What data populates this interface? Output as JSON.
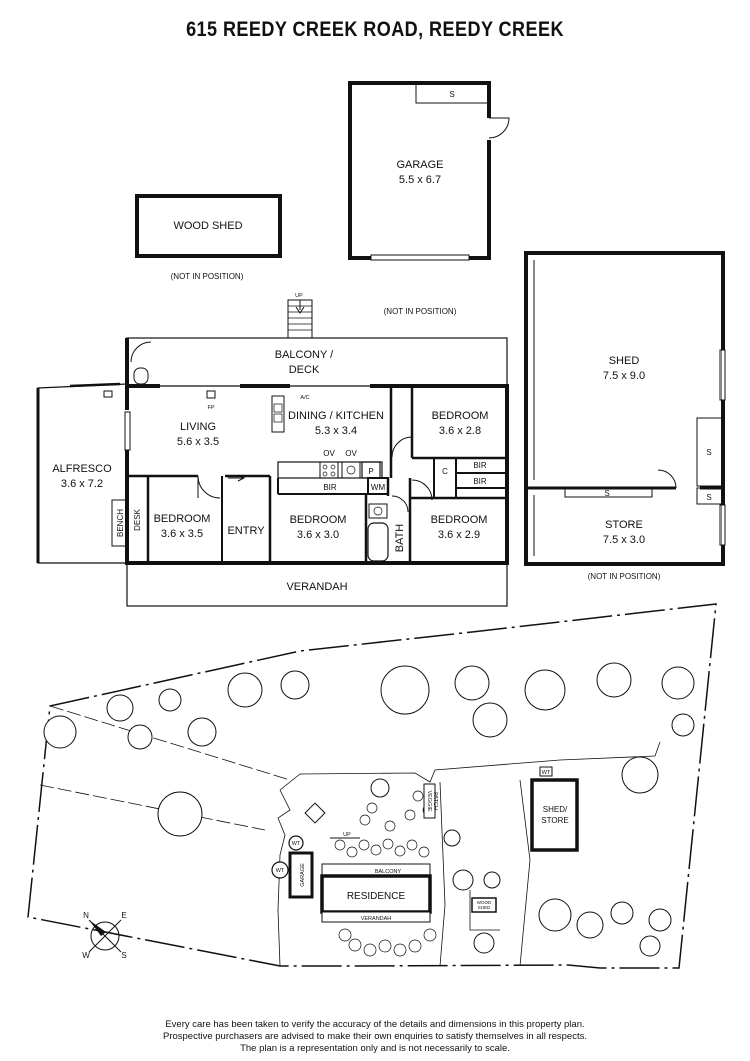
{
  "title": "615 REEDY CREEK ROAD, REEDY CREEK",
  "outbuildings": {
    "garage": {
      "name": "GARAGE",
      "size": "5.5 x 6.7",
      "note": "(NOT IN POSITION)",
      "store_mark": "S"
    },
    "wood_shed": {
      "name": "WOOD SHED",
      "note": "(NOT IN POSITION)"
    },
    "shed": {
      "name": "SHED",
      "size": "7.5 x 9.0",
      "s1": "S",
      "s2": "S"
    },
    "store": {
      "name": "STORE",
      "size": "7.5 x 3.0",
      "s": "S",
      "note": "(NOT IN POSITION)"
    }
  },
  "house": {
    "up": "UP",
    "balcony": {
      "line1": "BALCONY /",
      "line2": "DECK"
    },
    "fp": "FP",
    "ac": "A/C",
    "living": {
      "name": "LIVING",
      "size": "5.6 x 3.5"
    },
    "dining": {
      "name": "DINING / KITCHEN",
      "size": "5.3 x 3.4"
    },
    "bedroom_ne": {
      "name": "BEDROOM",
      "size": "3.6 x 2.8"
    },
    "alfresco": {
      "name": "ALFRESCO",
      "size": "3.6 x 7.2"
    },
    "bench": "BENCH",
    "desk": "DESK",
    "bedroom_w": {
      "name": "BEDROOM",
      "size": "3.6 x 3.5"
    },
    "entry": "ENTRY",
    "bedroom_mid": {
      "name": "BEDROOM",
      "size": "3.6 x 3.0"
    },
    "bir_mid": "BIR",
    "wm": "WM",
    "bath": "BATH",
    "ov1": "OV",
    "ov2": "OV",
    "pantry": "P",
    "bedroom_se": {
      "name": "BEDROOM",
      "size": "3.6 x 2.9"
    },
    "c": "C",
    "bir1": "BIR",
    "bir2": "BIR",
    "verandah": "VERANDAH"
  },
  "site": {
    "wt1": "WT",
    "wt2": "WT",
    "wt3": "WT",
    "garage": "GARAGE",
    "balcony": "BALCONY",
    "residence": "RESIDENCE",
    "verandah": "VERANDAH",
    "up": "UP",
    "shed_store_1": "SHED/",
    "shed_store_2": "STORE",
    "wood_shed_1": "WOOD",
    "wood_shed_2": "SHED",
    "veggie_1": "VEGGIE",
    "veggie_2": "PATCH"
  },
  "compass": {
    "n": "N",
    "e": "E",
    "w": "W",
    "s": "S"
  },
  "footer": {
    "line1": "Every care has been taken to verify the accuracy of the details and dimensions in this property plan.",
    "line2": "Prospective purchasers are advised to make their own enquiries to satisfy themselves in all respects.",
    "line3": "The plan is a representation only and is not necessarily to scale."
  }
}
